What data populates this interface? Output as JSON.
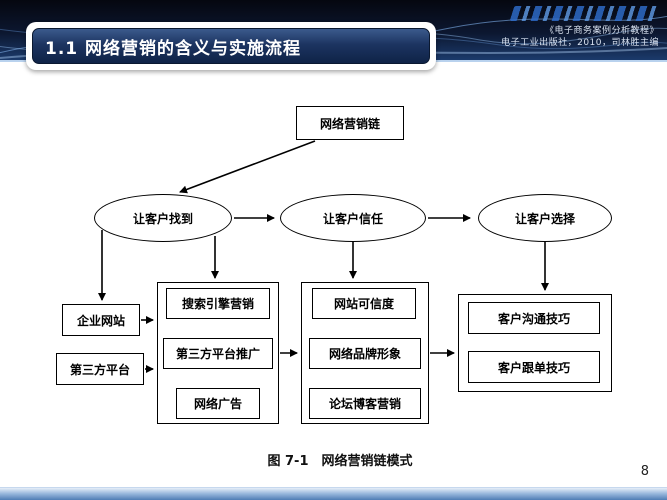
{
  "title": "1.1 网络营销的含义与实施流程",
  "header": {
    "ref_line1": "《电子商务案例分析教程》",
    "ref_line2": "电子工业出版社，2010，司林胜主编"
  },
  "diagram": {
    "root": "网络营销链",
    "ellipses": [
      "让客户找到",
      "让客户信任",
      "让客户选择"
    ],
    "left_boxes": [
      "企业网站",
      "第三方平台"
    ],
    "group1": [
      "搜索引擎营销",
      "第三方平台推广",
      "网络广告"
    ],
    "group2": [
      "网站可信度",
      "网络品牌形象",
      "论坛博客营销"
    ],
    "group3": [
      "客户沟通技巧",
      "客户跟单技巧"
    ],
    "caption": "图 7-1　网络营销链模式"
  },
  "page_number": "8",
  "colors": {
    "title_bg": "#1c3461",
    "header_bg": "#0c1730",
    "footer_blue": "#4f7db5",
    "line_black": "#000000"
  }
}
